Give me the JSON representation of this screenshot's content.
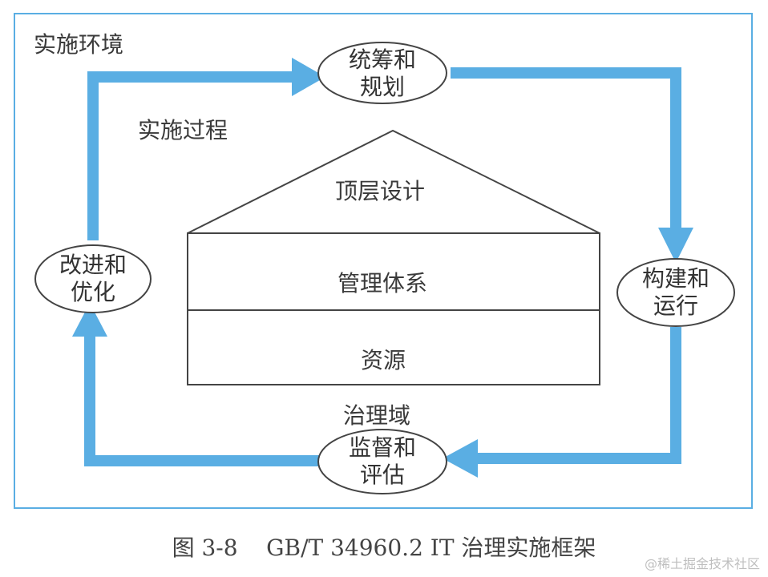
{
  "diagram": {
    "env_label": "实施环境",
    "process_label": "实施过程",
    "domain_label": "治理域",
    "house": {
      "roof": "顶层设计",
      "middle": "管理体系",
      "bottom": "资源"
    },
    "nodes": {
      "plan": "统筹和\n规划",
      "build": "构建和\n运行",
      "monitor": "监督和\n评估",
      "improve": "改进和\n优化"
    },
    "colors": {
      "arrow": "#5aaee3",
      "frame": "#5aaee3",
      "line": "#444444"
    }
  },
  "caption": "图 3-8    GB/T 34960.2 IT 治理实施框架",
  "watermark": "@稀土掘金技术社区"
}
